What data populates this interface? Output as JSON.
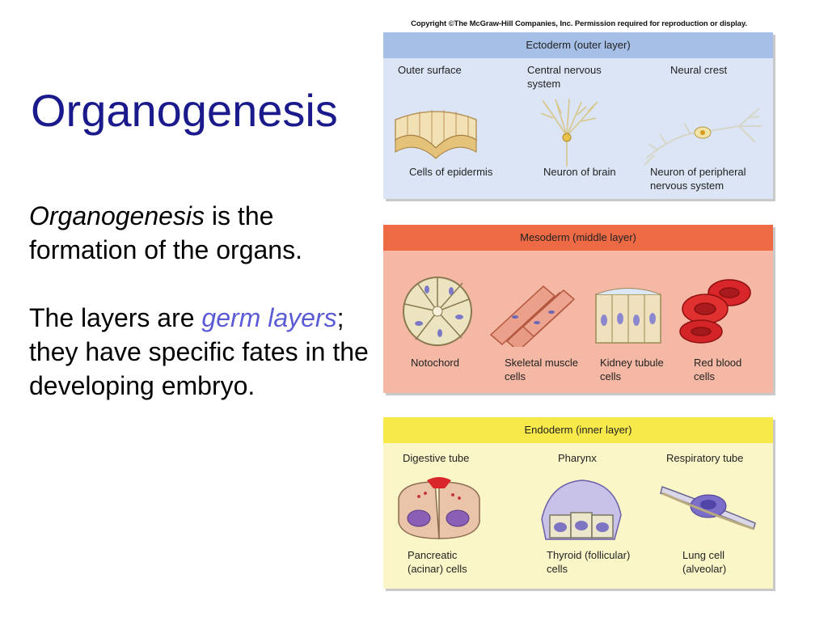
{
  "slide": {
    "title": "Organogenesis",
    "para1_term": "Organogenesis",
    "para1_rest": " is the formation of the organs.",
    "para2_start": "The layers are ",
    "para2_term": "germ layers",
    "para2_rest": "; they have specific fates in the developing embryo."
  },
  "figure": {
    "copyright": "Copyright ©The McGraw-Hill Companies, Inc. Permission required for reproduction or display.",
    "ectoderm": {
      "header": "Ectoderm (outer layer)",
      "color": "#a5bfe6",
      "origins": [
        "Outer surface",
        "Central nervous system",
        "Neural crest"
      ],
      "cells": [
        "Cells of epidermis",
        "Neuron of brain",
        "Neuron of peripheral nervous system"
      ]
    },
    "mesoderm": {
      "header": "Mesoderm (middle layer)",
      "color": "#ee6a45",
      "cells": [
        "Notochord",
        "Skeletal muscle cells",
        "Kidney tubule cells",
        "Red blood cells"
      ]
    },
    "endoderm": {
      "header": "Endoderm (inner layer)",
      "color": "#f7e94a",
      "origins": [
        "Digestive tube",
        "Pharynx",
        "Respiratory tube"
      ],
      "cells": [
        "Pancreatic (acinar) cells",
        "Thyroid (follicular) cells",
        "Lung cell (alveolar)"
      ]
    }
  }
}
